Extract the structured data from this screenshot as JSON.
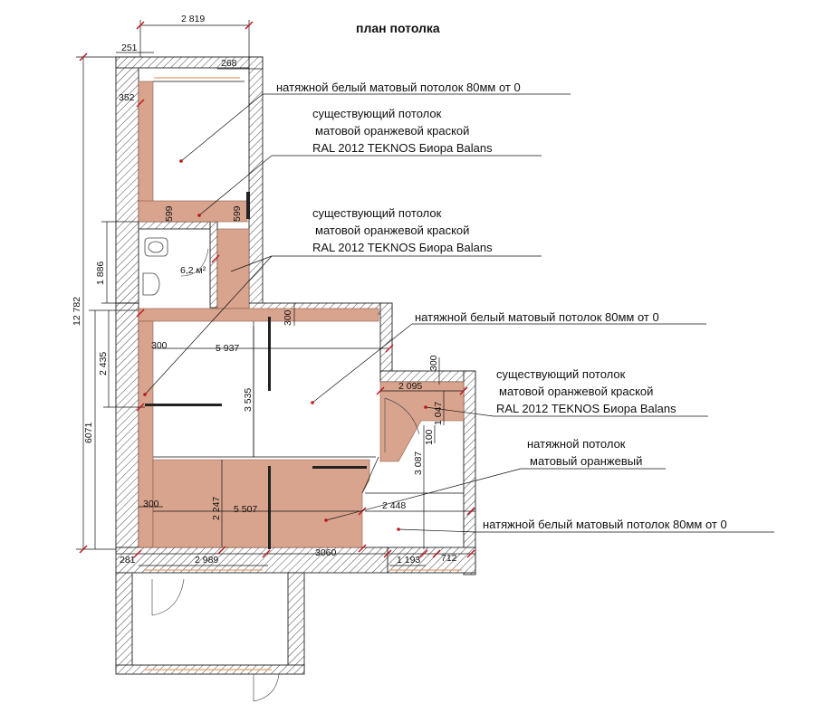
{
  "title": "план потолка",
  "notes": {
    "top_white": "натяжной белый матовый потолок 80мм от 0",
    "existing1": [
      "существующий потолок",
      "матовой оранжевой краской",
      "RAL 2012 TEKNOS Биора Balans"
    ],
    "existing2": [
      "существующий потолок",
      "матовой оранжевой краской",
      "RAL 2012 TEKNOS Биора Balans"
    ],
    "middle_white": "натяжной белый матовый потолок 80мм от 0",
    "existing3": [
      "существующий потолок",
      "матовой оранжевой краской",
      "RAL 2012 TEKNOS Биора Balans"
    ],
    "stretch_orange": [
      "натяжной потолок",
      "матовый оранжевый"
    ],
    "bottom_white": "натяжной белый матовый потолок 80мм от 0"
  },
  "room_area": "6,2 м²",
  "dimensions": {
    "d2819": "2 819",
    "d251": "251",
    "d268": "268",
    "d352": "352",
    "d599a": "599",
    "d599b": "599",
    "d1886": "1 886",
    "d12782": "12 782",
    "d300a": "300",
    "d300b": "300",
    "d5937": "5 937",
    "d2435": "2 435",
    "d3535": "3 535",
    "d6071": "6071",
    "d300c": "300",
    "d2095": "2 095",
    "d1047": "1 047",
    "d100": "100",
    "d3087": "3 087",
    "d300d": "300",
    "d5507": "5 507",
    "d2247": "2 247",
    "d2448": "2 448",
    "d281": "281",
    "d2989": "2 989",
    "d3060": "3060",
    "d1193": "1 193",
    "d712": "712"
  },
  "colors": {
    "orange_fill": "#d9a48e",
    "dimension_marks": "#c0141b",
    "hatch": "#333333"
  }
}
